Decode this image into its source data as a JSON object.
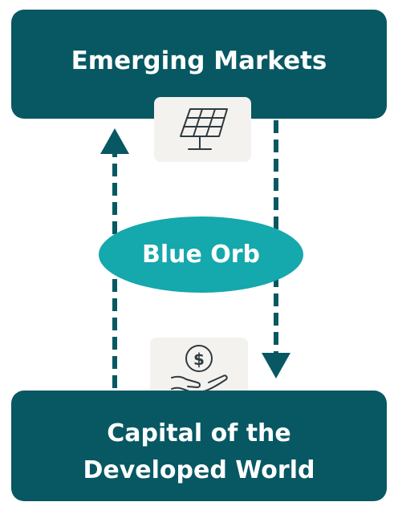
{
  "top_box": {
    "label": "Emerging Markets"
  },
  "bottom_box": {
    "label_line1": "Capital of the",
    "label_line2": "Developed World"
  },
  "center": {
    "label": "Blue Orb"
  },
  "icons": {
    "top": "solar-panel-icon",
    "bottom": "hand-holding-dollar-icon",
    "dollar_symbol": "$"
  },
  "colors": {
    "box": "#075863",
    "orb": "#15a8ac",
    "card": "#f3f2ef",
    "icon_stroke": "#2e3a40"
  }
}
